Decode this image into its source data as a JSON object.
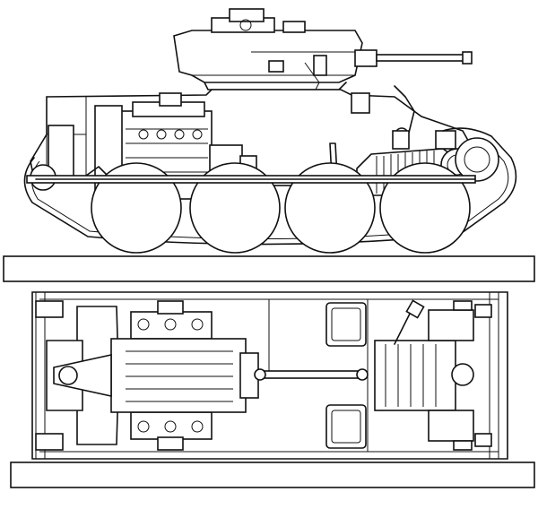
{
  "figure": {
    "views": [
      "side-elevation",
      "plan-view"
    ],
    "road_wheels_per_side": 4,
    "colors": {
      "ink": "#111111",
      "paper": "#ffffff"
    }
  }
}
